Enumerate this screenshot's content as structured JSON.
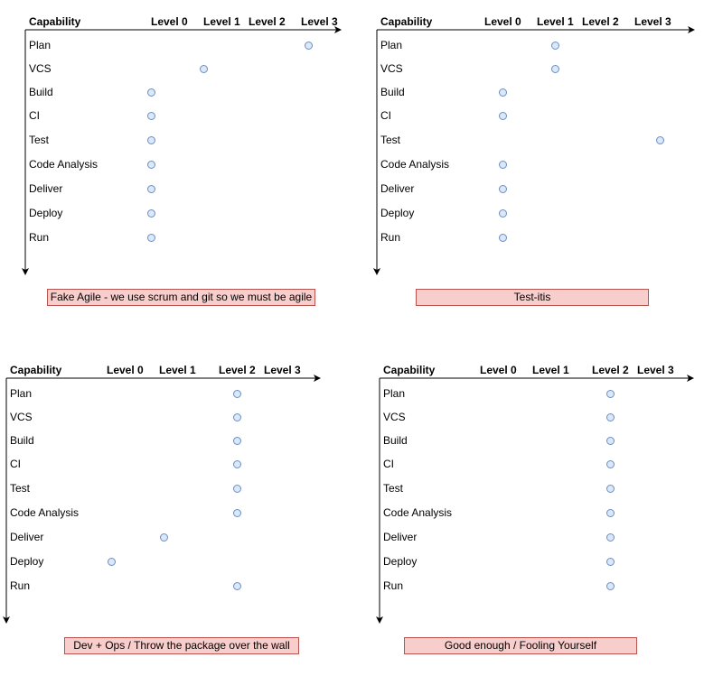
{
  "levels": [
    "Level 0",
    "Level 1",
    "Level 2",
    "Level 3"
  ],
  "capability_header": "Capability",
  "capabilities": [
    "Plan",
    "VCS",
    "Build",
    "CI",
    "Test",
    "Code Analysis",
    "Deliver",
    "Deploy",
    "Run"
  ],
  "colors": {
    "dot_fill": "#dae8fc",
    "dot_stroke": "#6c8ebf",
    "caption_fill": "#f8cecc",
    "caption_stroke": "#b85450"
  },
  "panels": [
    {
      "caption": "Fake Agile - we use scrum and git so we must be agile",
      "levels_by_capability": [
        3,
        1,
        0,
        0,
        0,
        0,
        0,
        0,
        0
      ]
    },
    {
      "caption": "Test-itis",
      "levels_by_capability": [
        1,
        1,
        0,
        0,
        3,
        0,
        0,
        0,
        0
      ]
    },
    {
      "caption": "Dev + Ops / Throw the package over the wall",
      "levels_by_capability": [
        2,
        2,
        2,
        2,
        2,
        2,
        1,
        0,
        2
      ]
    },
    {
      "caption": "Good enough / Fooling Yourself",
      "levels_by_capability": [
        2,
        2,
        2,
        2,
        2,
        2,
        2,
        2,
        2
      ]
    }
  ]
}
